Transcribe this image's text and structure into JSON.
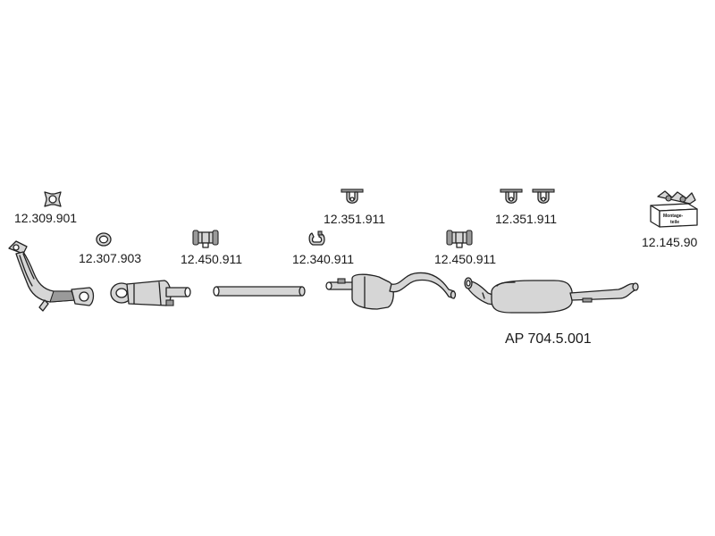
{
  "parts": [
    {
      "id": "gasket-square",
      "label": "12.309.901"
    },
    {
      "id": "ring-gasket",
      "label": "12.307.903"
    },
    {
      "id": "clamp-1",
      "label": "12.450.911"
    },
    {
      "id": "clamp-u",
      "label": "12.340.911"
    },
    {
      "id": "hanger-1",
      "label": "12.351.911"
    },
    {
      "id": "clamp-2",
      "label": "12.450.911"
    },
    {
      "id": "hangers-2",
      "label": "12.351.911"
    },
    {
      "id": "mounting-kit",
      "label": "12.145.90"
    }
  ],
  "assembly": {
    "label": "AP 704.5.001"
  },
  "kit_box_text": {
    "line1": "Montage-",
    "line2": "teile"
  }
}
